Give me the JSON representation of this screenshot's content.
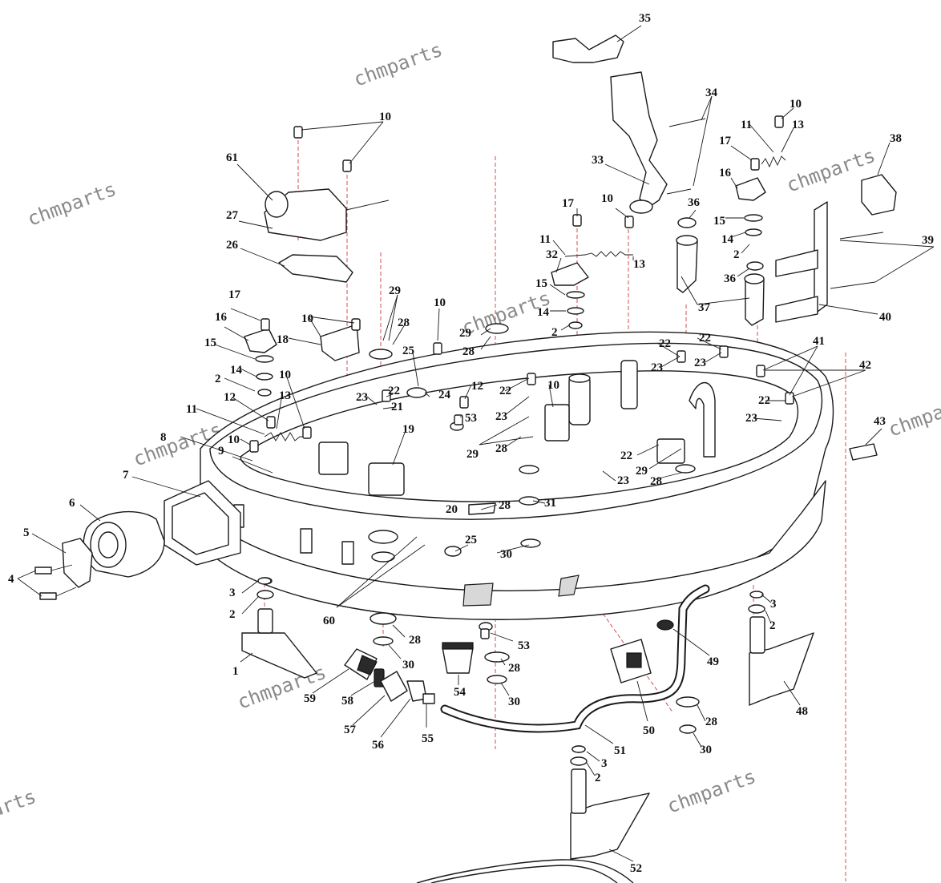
{
  "watermark": "chmparts",
  "labels": {
    "l1": "1",
    "l2a": "2",
    "l2b": "2",
    "l2c": "2",
    "l2d": "2",
    "l2e": "2",
    "l2f": "2",
    "l3a": "3",
    "l3b": "3",
    "l3c": "3",
    "l4": "4",
    "l5": "5",
    "l6": "6",
    "l7": "7",
    "l8": "8",
    "l9": "9",
    "l10a": "10",
    "l10b": "10",
    "l10c": "10",
    "l10d": "10",
    "l10e": "10",
    "l10f": "10",
    "l10g": "10",
    "l10h": "10",
    "l11a": "11",
    "l11b": "11",
    "l11c": "11",
    "l12a": "12",
    "l12b": "12",
    "l13a": "13",
    "l13b": "13",
    "l13c": "13",
    "l14a": "14",
    "l14b": "14",
    "l14c": "14",
    "l15a": "15",
    "l15b": "15",
    "l15c": "15",
    "l16a": "16",
    "l16b": "16",
    "l17a": "17",
    "l17b": "17",
    "l17c": "17",
    "l18": "18",
    "l19": "19",
    "l20": "20",
    "l21": "21",
    "l22a": "22",
    "l22b": "22",
    "l22c": "22",
    "l22d": "22",
    "l22e": "22",
    "l22f": "22",
    "l23a": "23",
    "l23b": "23",
    "l23c": "23",
    "l23d": "23",
    "l23e": "23",
    "l23f": "23",
    "l24": "24",
    "l25a": "25",
    "l25b": "25",
    "l26": "26",
    "l27": "27",
    "l28a": "28",
    "l28b": "28",
    "l28c": "28",
    "l28d": "28",
    "l28e": "28",
    "l28f": "28",
    "l28g": "28",
    "l28h": "28",
    "l29a": "29",
    "l29b": "29",
    "l29c": "29",
    "l29d": "29",
    "l30a": "30",
    "l30b": "30",
    "l30c": "30",
    "l30d": "30",
    "l31": "31",
    "l32": "32",
    "l33": "33",
    "l34": "34",
    "l35": "35",
    "l36a": "36",
    "l36b": "36",
    "l37": "37",
    "l38": "38",
    "l39": "39",
    "l40": "40",
    "l41": "41",
    "l42": "42",
    "l43": "43",
    "l48": "48",
    "l49": "49",
    "l50": "50",
    "l51": "51",
    "l52": "52",
    "l53a": "53",
    "l53b": "53",
    "l54": "54",
    "l55": "55",
    "l56": "56",
    "l57": "57",
    "l58": "58",
    "l59": "59",
    "l60": "60",
    "l61": "61"
  }
}
